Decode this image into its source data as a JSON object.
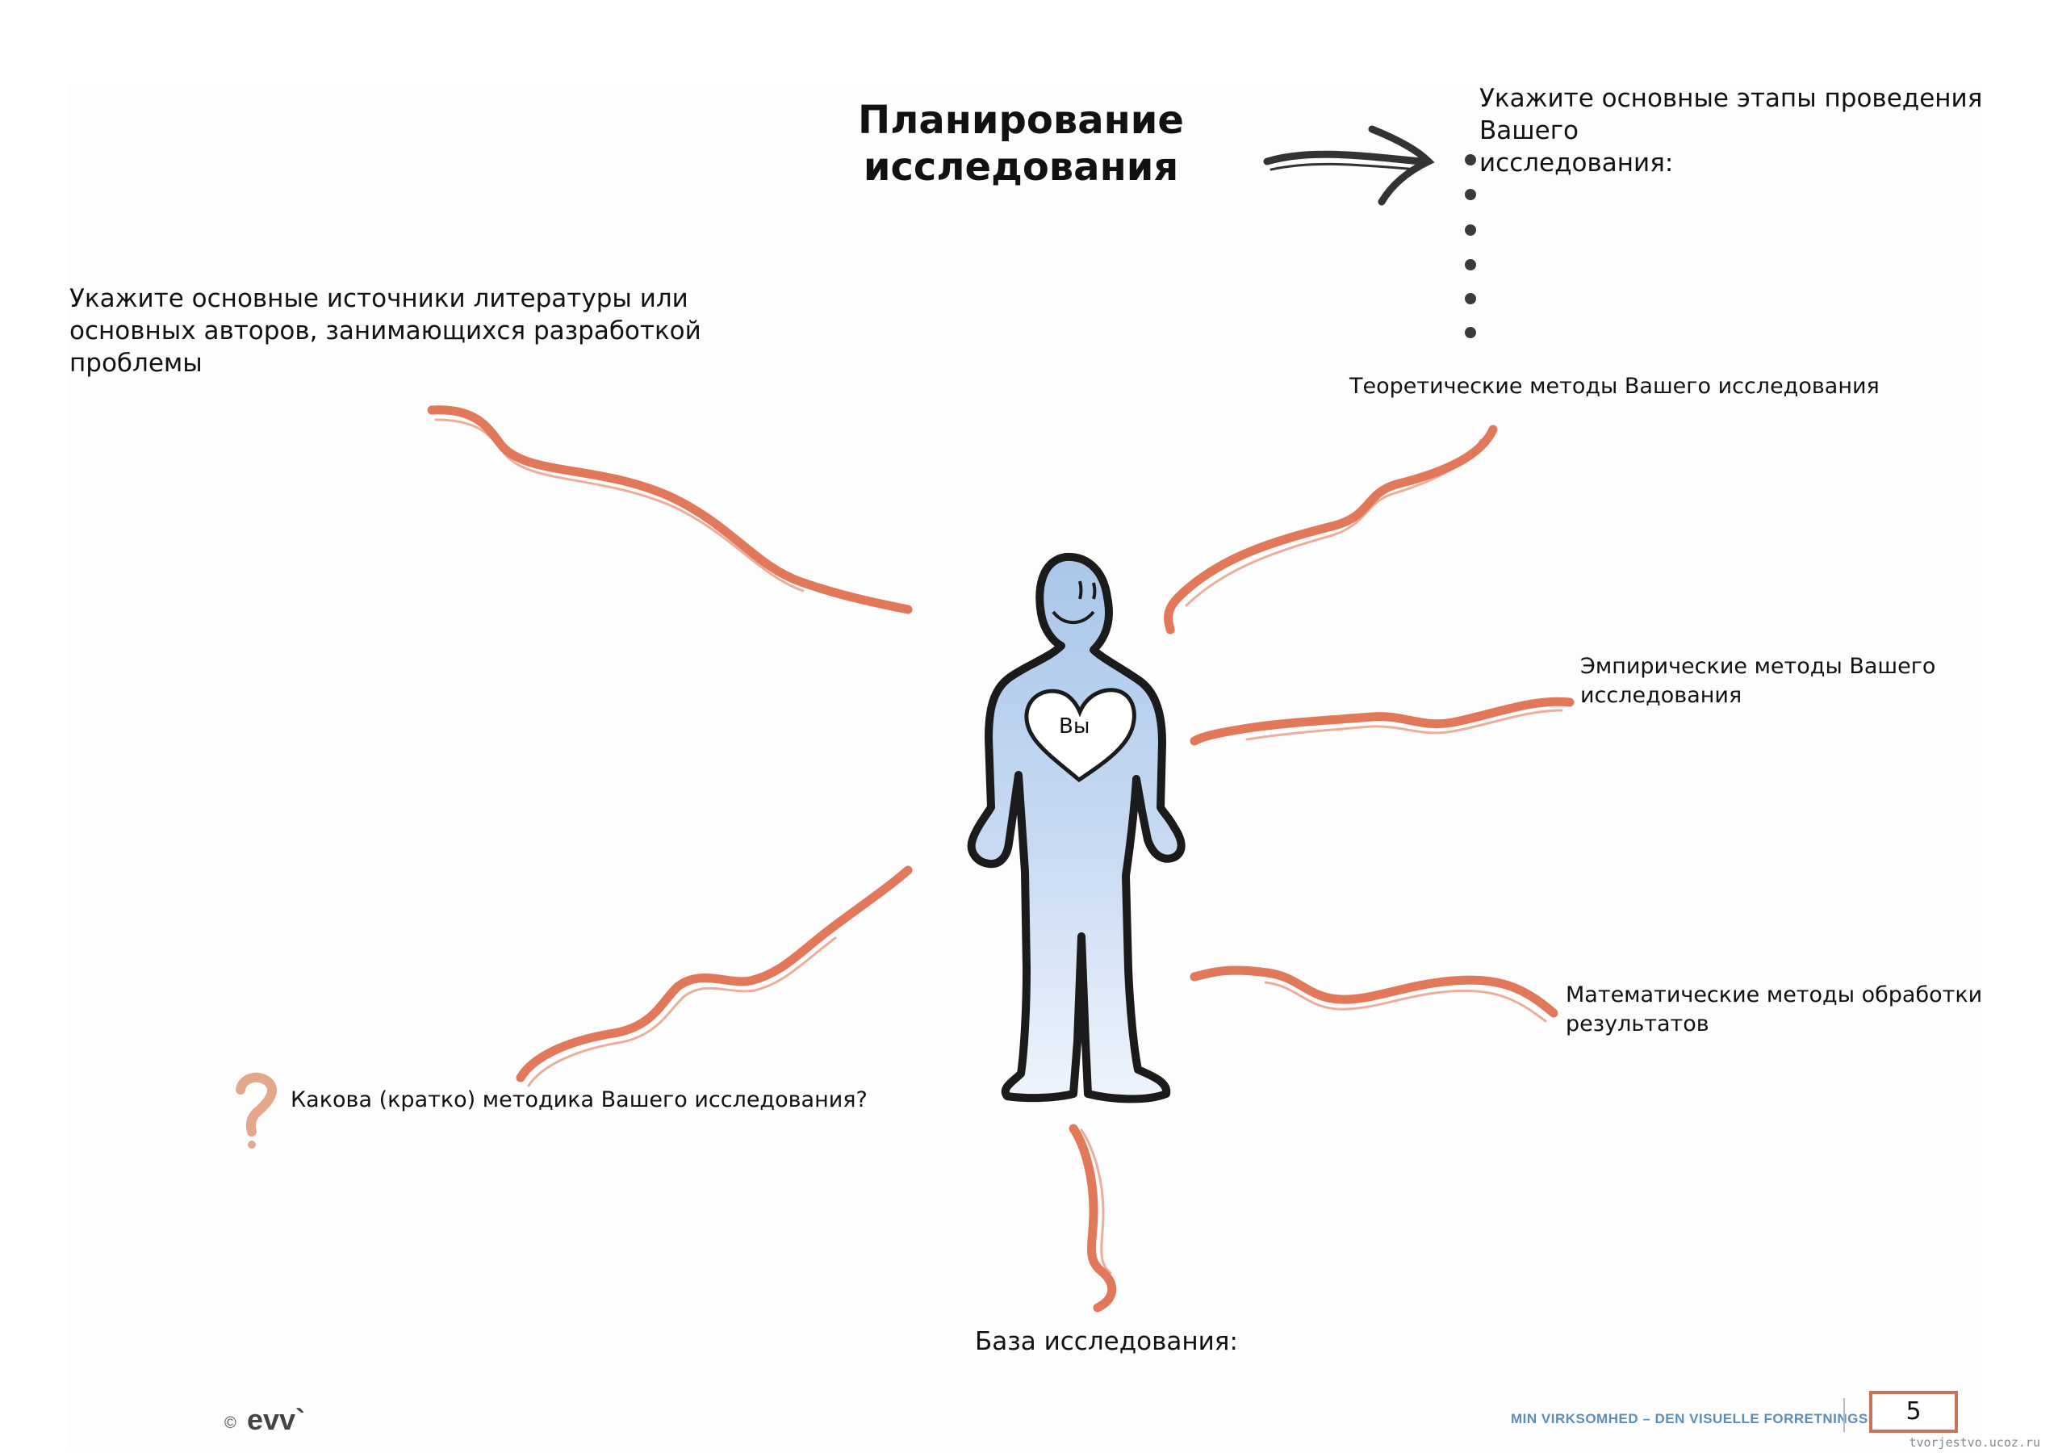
{
  "title": {
    "line1": "Планирование",
    "line2": "исследования"
  },
  "prompts": {
    "literature": [
      "Укажите основные источники литературы или",
      "основных авторов, занимающихся разработкой",
      "проблемы"
    ],
    "stages": [
      "Укажите основные этапы проведения Вашего",
      "исследования:"
    ],
    "theoretical": "Теоретические методы Вашего исследования",
    "empirical": [
      "Эмпирические методы Вашего",
      "исследования"
    ],
    "mathematical": [
      "Математические методы обработки",
      "результатов"
    ],
    "methodology": "Какова (кратко) методика Вашего исследования?",
    "base": "База исследования:"
  },
  "figure": {
    "heart_label": "Вы"
  },
  "footer": {
    "copyright": "©",
    "logo": "evv`",
    "series": "MIN VIRKSOMHED – DEN VISUELLE FORRETNINGSPLAN",
    "page_number": "5",
    "watermark": "tvorjestvo.ucoz.ru"
  },
  "icons": [
    "arrow-icon",
    "question-mark-icon",
    "heart-icon"
  ],
  "colors": {
    "stroke": "#e2785a",
    "figure_fill": "#bcd3f0",
    "figure_outline": "#1b1b1b",
    "footer_text": "#5b8db8"
  }
}
